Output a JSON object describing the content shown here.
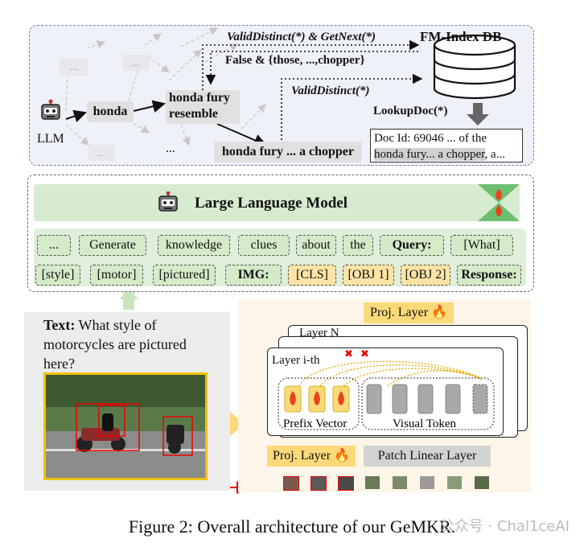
{
  "top": {
    "llm_label": "LLM",
    "nodes": {
      "honda": "honda",
      "honda_fury": "honda fury",
      "resemble": "resemble",
      "chopper": "honda fury ...  a chopper",
      "ellipsis": "..."
    },
    "ghost_ellipsis": "...",
    "labels": {
      "valid_next": "ValidDistinct(*) & GetNext(*)",
      "false_set": "False & {those, ...,chopper}",
      "valid": "ValidDistinct(*)",
      "lookup": "LookupDoc(*)"
    },
    "db_title": "FM-Index DB",
    "doc_line1": "Doc Id: 69046 ... of the",
    "doc_line2_hl": "honda fury... a chopper",
    "doc_line2_rest": ", a..."
  },
  "mid": {
    "title": "Large Language Model",
    "row1": [
      "...",
      "Generate",
      "knowledge",
      "clues",
      "about",
      "the",
      "Query:",
      "[What]"
    ],
    "row2": [
      "[style]",
      "[motor]",
      "[pictured]",
      "IMG:",
      "[CLS]",
      "[OBJ 1]",
      "[OBJ 2]",
      "Response:"
    ]
  },
  "bottom": {
    "text_label": "Text:",
    "text_line1": " What style of",
    "text_line2": "motorcycles are pictured",
    "text_line3": "here?",
    "proj_layer": "Proj. Layer",
    "layer_n": "Layer N",
    "layer_i": "Layer i-th",
    "prefix_vector": "Prefix Vector",
    "visual_token": "Visual Token",
    "proj_layer2": "Proj. Layer",
    "patch_layer": "Patch Linear Layer"
  },
  "caption": "Figure 2: Overall architecture of our GeMKR.",
  "watermark": "公众号 · Chal1ceAI",
  "colors": {
    "accent_yellow": "#fbd979",
    "token_green": "#d4eac9",
    "panel_blue": "#eef1f8",
    "fire_red": "#e8431c"
  }
}
